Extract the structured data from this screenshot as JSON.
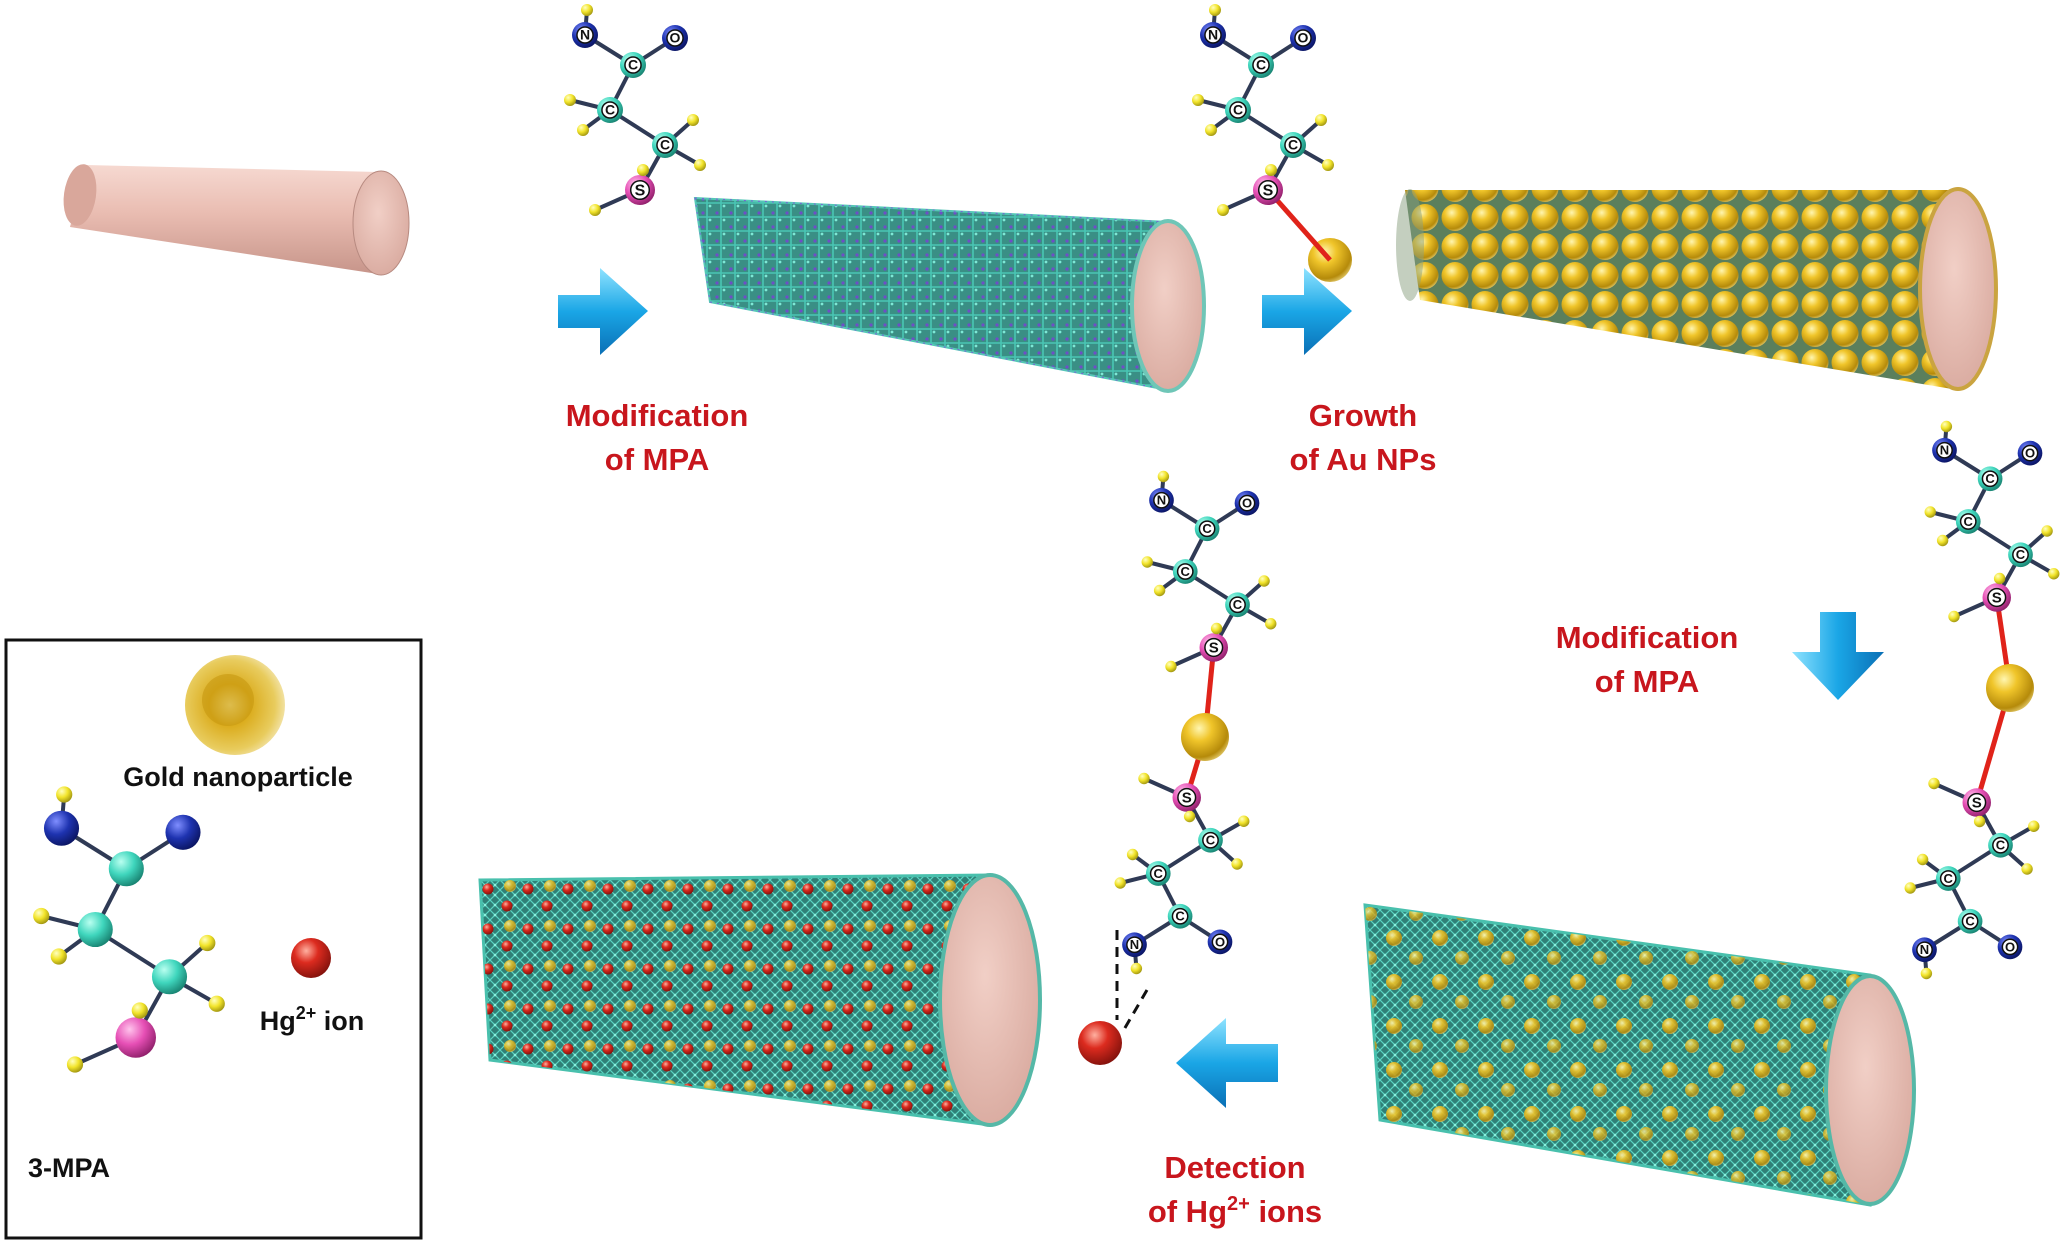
{
  "steps": {
    "step1": {
      "line1": "Modification",
      "line2": "of MPA"
    },
    "step2": {
      "line1": "Growth",
      "line2": "of Au NPs"
    },
    "step3": {
      "line1": "Modification",
      "line2": "of MPA"
    },
    "step4": {
      "line1": "Detection",
      "line2": "of Hg",
      "sup": "2+",
      "tail": " ions"
    }
  },
  "legend": {
    "gold": "Gold nanoparticle",
    "hg_main": "Hg",
    "hg_sup": "2+",
    "hg_tail": " ion",
    "mpa": "3-MPA"
  },
  "atom_labels": {
    "nitrogen": "N",
    "oxygen": "O",
    "carbon": "C",
    "sulfur": "S"
  },
  "colors": {
    "label_red": "#c8161d",
    "arrow_blue": "#1aa6e6",
    "rod": "#e7b7ac",
    "gold": "#e8b820",
    "hg": "#d4281e",
    "nitrogen": "#1b2fa0",
    "oxygen": "#1b2fa0",
    "carbon": "#3fd6bd",
    "hydrogen": "#f4ea2a",
    "sulfur": "#e64fb5"
  }
}
